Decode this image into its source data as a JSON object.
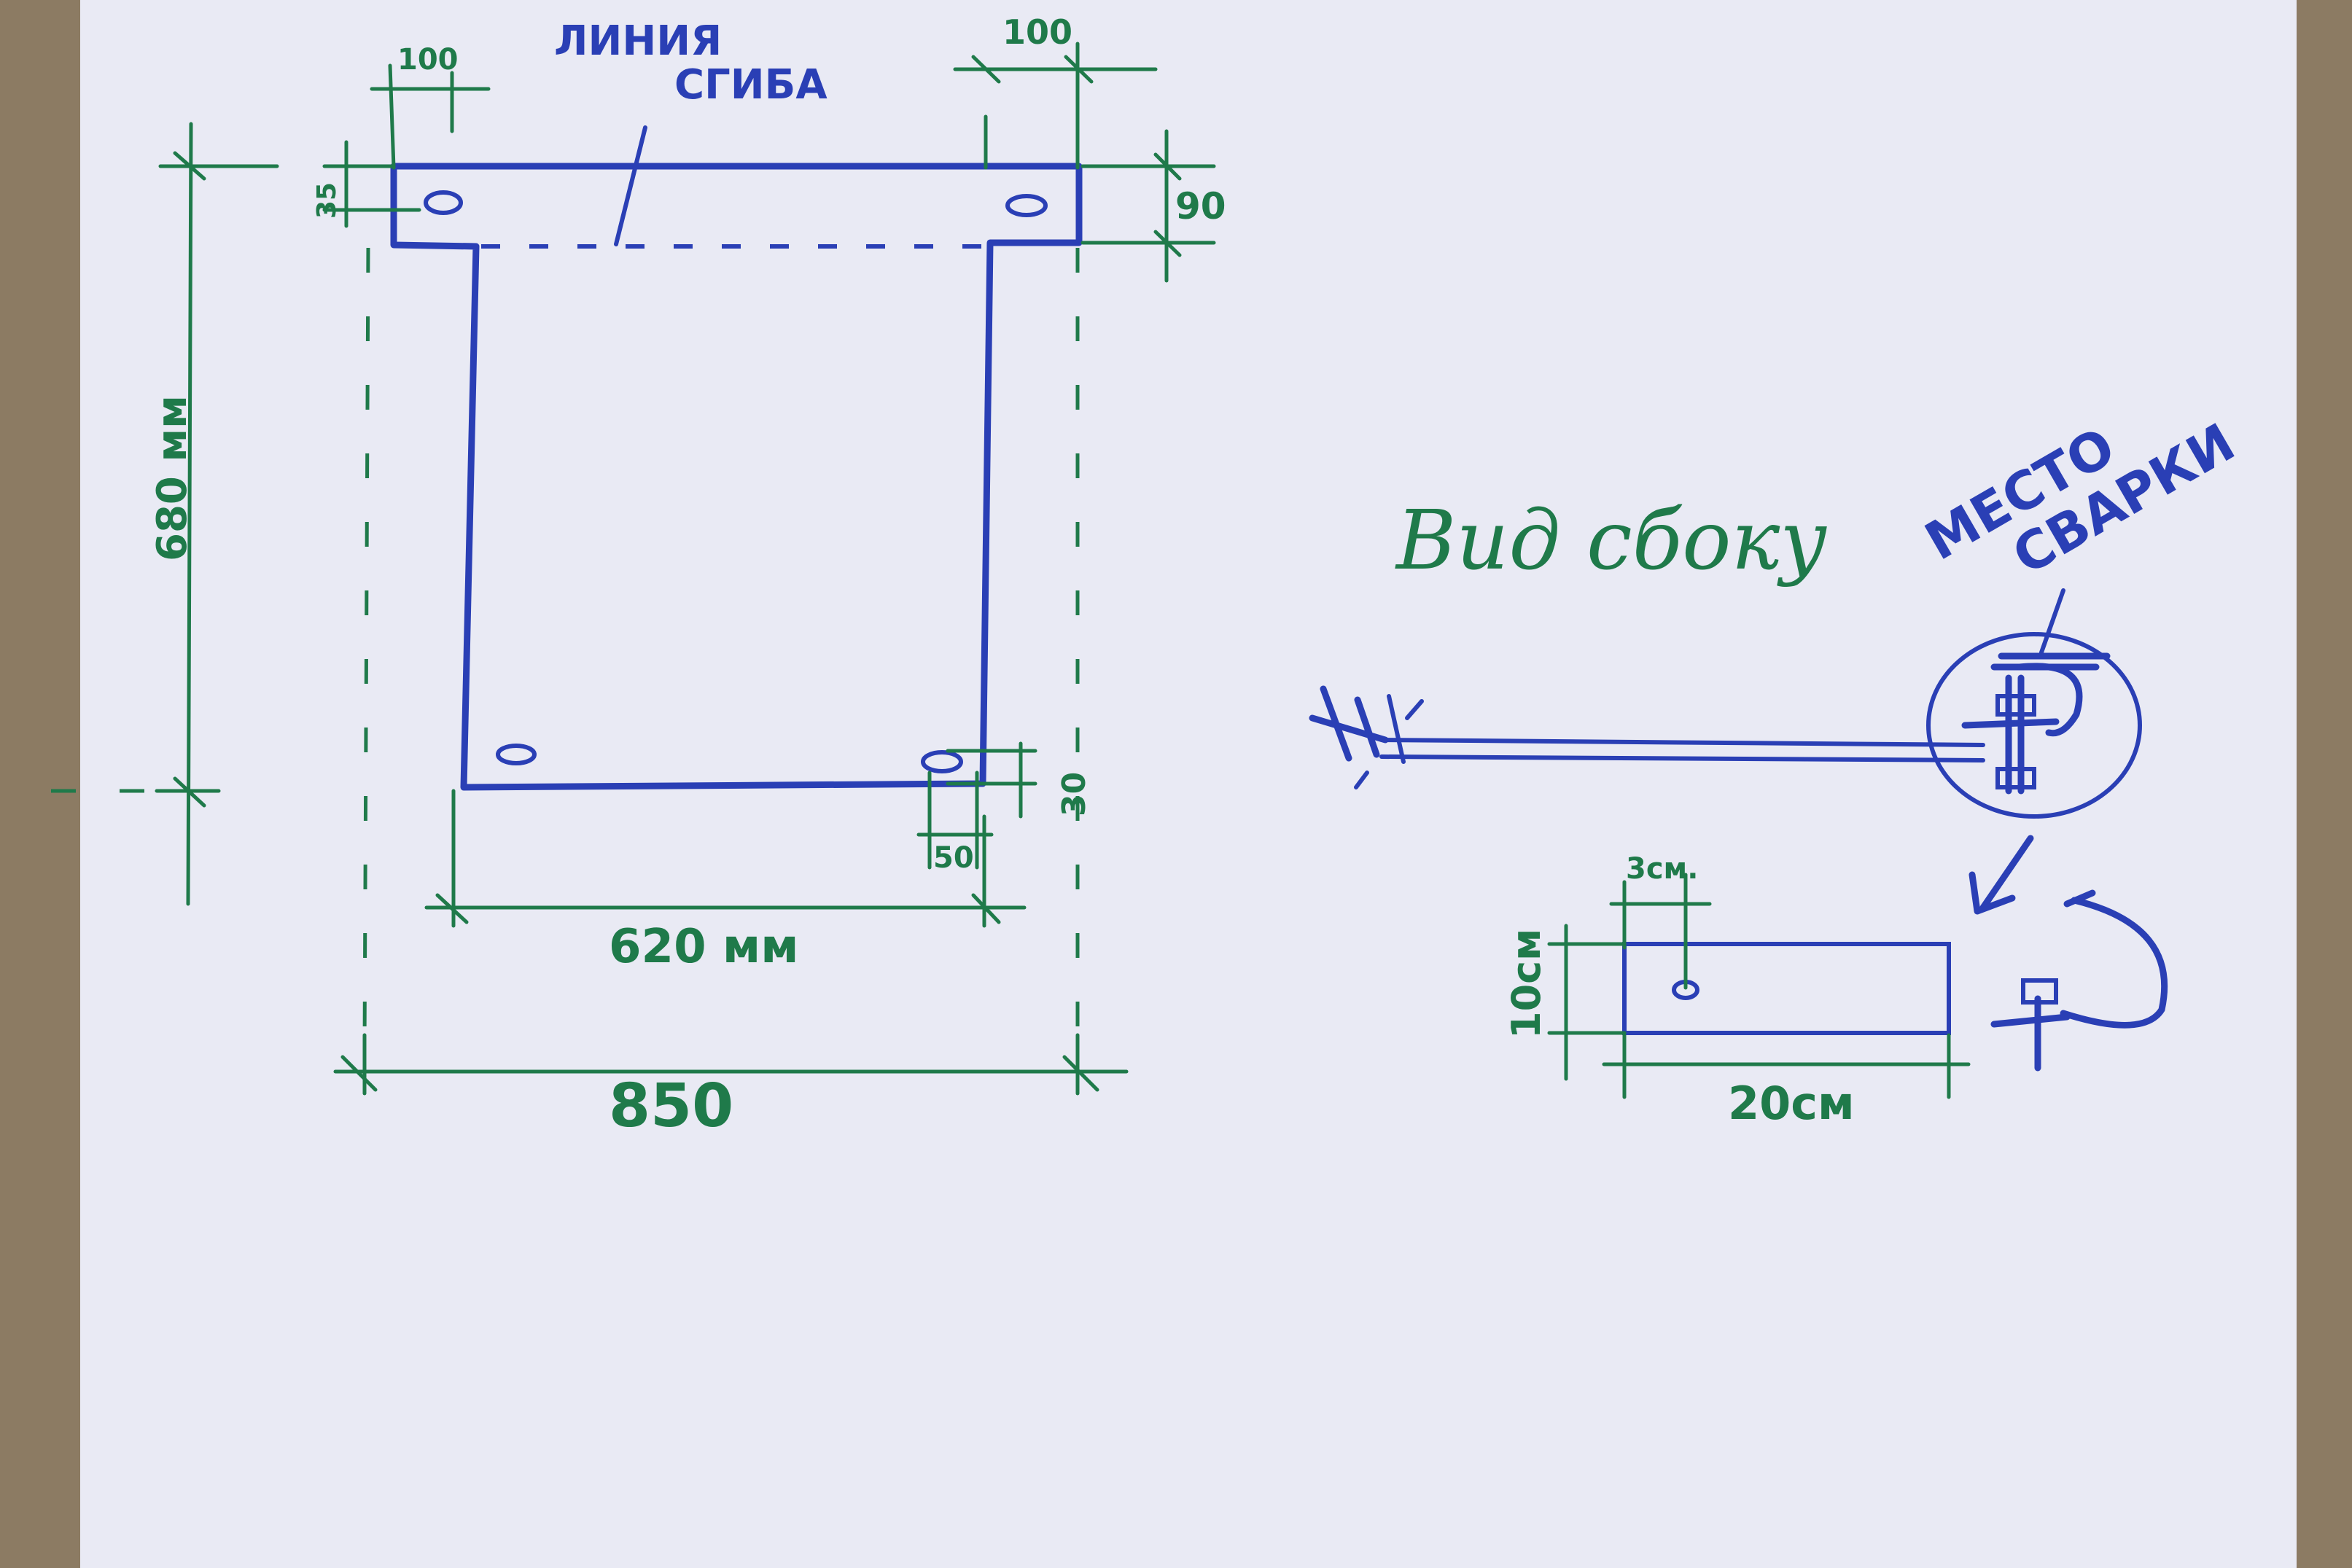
{
  "colors": {
    "paper": "#e9eaf4",
    "ink_blue": "#2a3fb5",
    "ink_green": "#1f7a4a",
    "background_tile": "#7a6a55"
  },
  "front_view": {
    "bend_line_label_1": "ЛИНИЯ",
    "bend_line_label_2": "СГИБА",
    "dim_top_left": "100",
    "dim_top_right": "100",
    "dim_left_small": "35",
    "dim_right_small": "90",
    "dim_height": "680 мм",
    "dim_bottom_right_vertical": "30",
    "dim_bottom_right_horizontal": "50",
    "dim_inner_width": "620 мм",
    "dim_total_width": "850"
  },
  "side_view": {
    "title": "Вид сбоку",
    "weld_label_1": "МЕСТО",
    "weld_label_2": "СВАРКИ"
  },
  "plate_detail": {
    "dim_hole_offset": "3см.",
    "dim_height": "10см",
    "dim_width": "20см"
  }
}
